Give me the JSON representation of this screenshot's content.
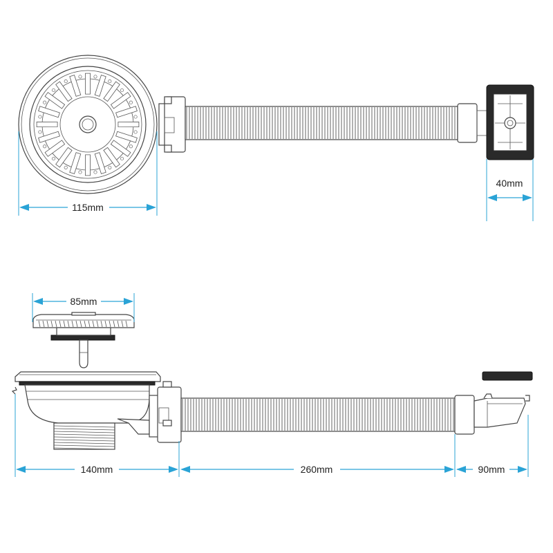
{
  "colors": {
    "dimension": "#2aa3d6",
    "outline": "#444444",
    "dark_part": "#2a2a2a"
  },
  "dimensions": {
    "top_strainer_diameter": "115mm",
    "top_overflow_width": "40mm",
    "basket_diameter": "85mm",
    "side_bowl_width": "140mm",
    "side_hose_length": "260mm",
    "side_overflow_length": "90mm"
  }
}
